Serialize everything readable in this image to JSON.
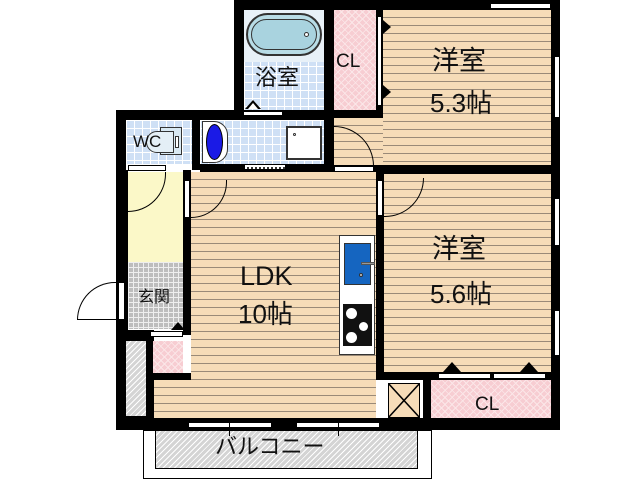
{
  "floorplan": {
    "rooms": {
      "western_room_1": {
        "name": "洋室",
        "size": "5.3帖"
      },
      "western_room_2": {
        "name": "洋室",
        "size": "5.6帖"
      },
      "ldk": {
        "name": "LDK",
        "size": "10帖"
      },
      "bath": {
        "name": "浴室"
      },
      "toilet": {
        "name": "WC"
      },
      "entrance": {
        "name": "玄関"
      },
      "closet_top": {
        "name": "CL"
      },
      "closet_bottom": {
        "name": "CL"
      },
      "balcony": {
        "name": "バルコニー"
      }
    },
    "colors": {
      "floor_wood": "#f6dcb8",
      "wet_tile": "#cfe0f5",
      "closet_pink": "#f7cdd2",
      "entrance_yellow": "#fbf8c8",
      "sink_blue": "#1565c0",
      "washer_blue": "#1a1ae6",
      "wall": "#000000"
    }
  }
}
